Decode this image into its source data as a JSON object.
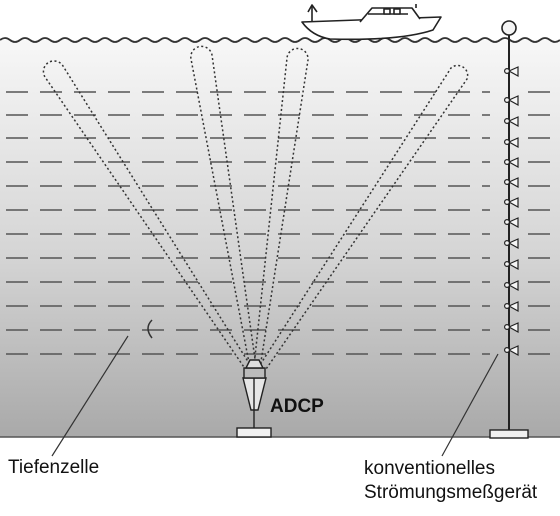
{
  "labels": {
    "adcp": "ADCP",
    "depth_cell": "Tiefenzelle",
    "meter_line1": "konventionelles",
    "meter_line2": "Strömungsmeßgerät"
  },
  "icons": {
    "boat": "boat-icon",
    "buoy": "buoy-icon",
    "adcp": "adcp-instrument-icon",
    "current_meter": "current-meter-icon"
  },
  "colors": {
    "water_top": "#f7f7f7",
    "water_bottom": "#a9a9a9",
    "lines": "#555555",
    "ink": "#111111"
  }
}
